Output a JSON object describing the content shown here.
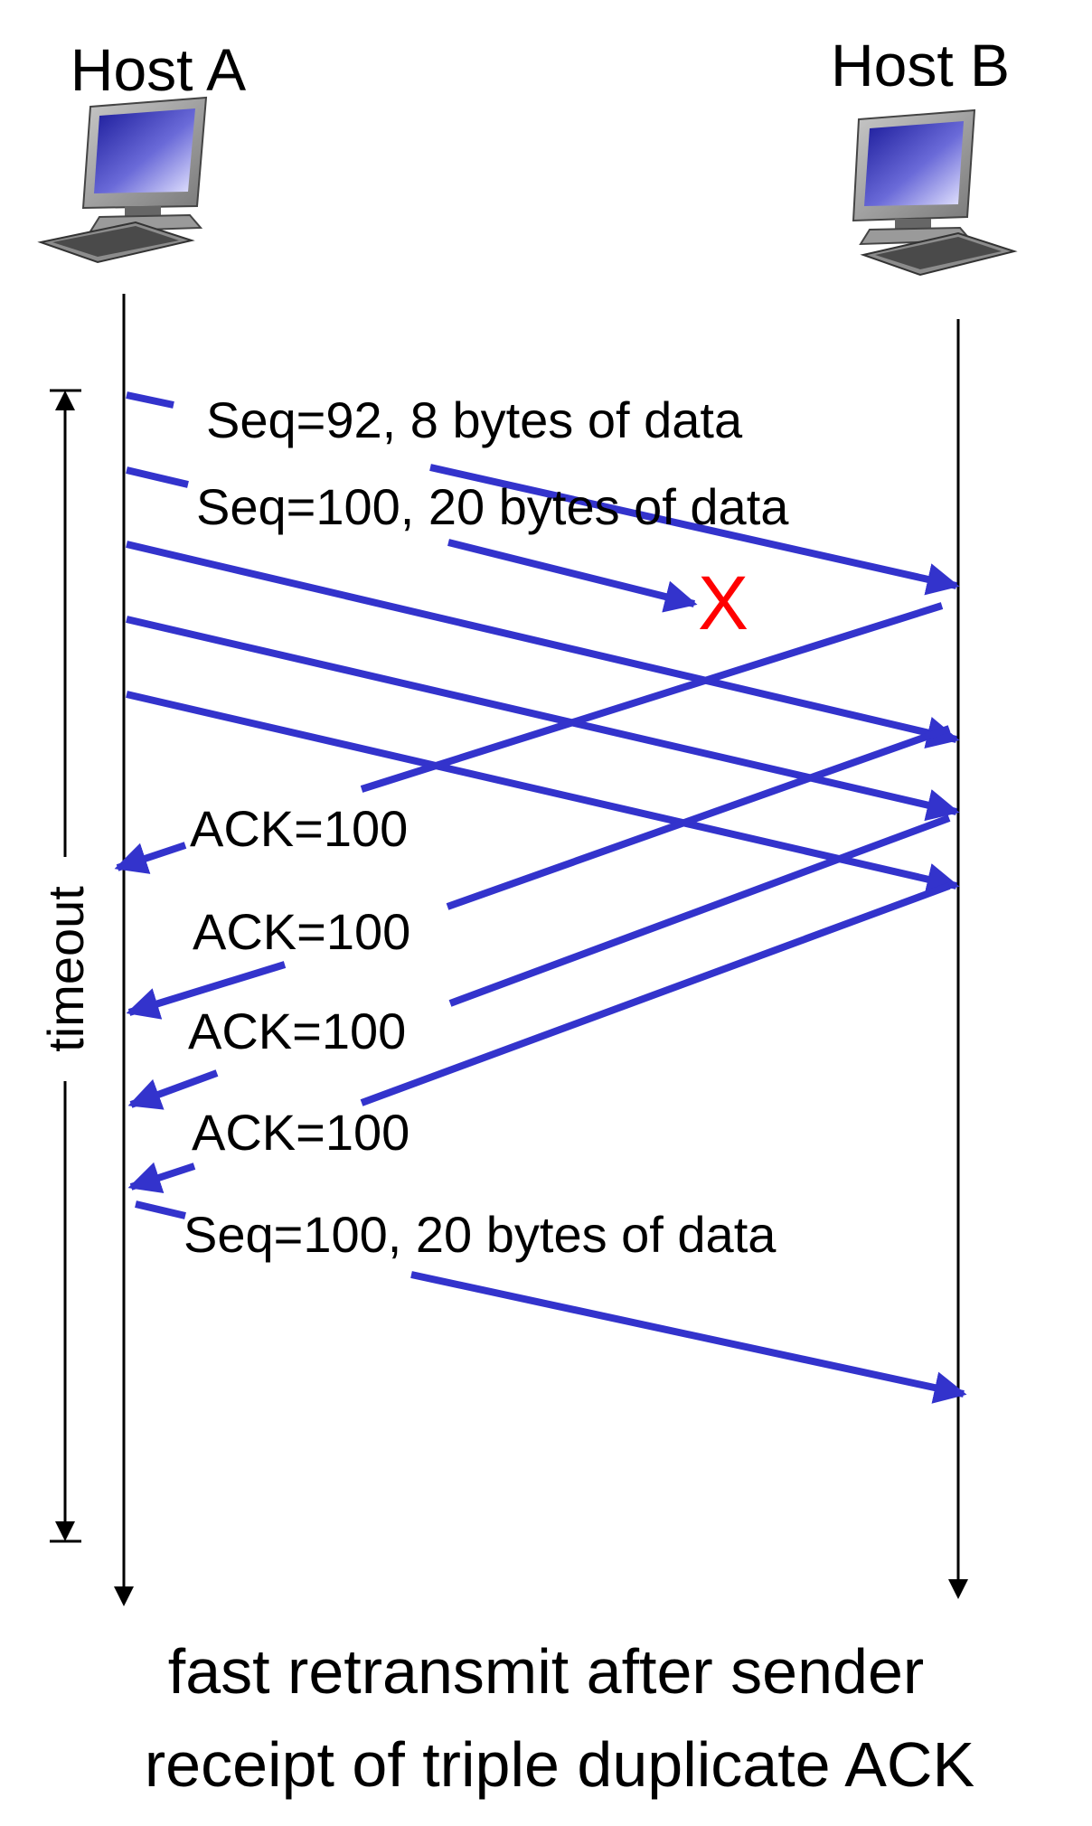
{
  "hosts": {
    "a": "Host A",
    "b": "Host B"
  },
  "messages": {
    "seq92": "Seq=92, 8 bytes of data",
    "seq100": "Seq=100, 20 bytes of data",
    "ack1": "ACK=100",
    "ack2": "ACK=100",
    "ack3": "ACK=100",
    "ack4": "ACK=100",
    "retransmit": "Seq=100, 20 bytes of data"
  },
  "loss_marker": "X",
  "timeout_label": "timeout",
  "caption": {
    "line1": "fast retransmit after sender",
    "line2": "receipt of triple duplicate ACK"
  },
  "colors": {
    "arrow": "#3333cc",
    "loss": "#ff0000",
    "timeline": "#000000"
  }
}
